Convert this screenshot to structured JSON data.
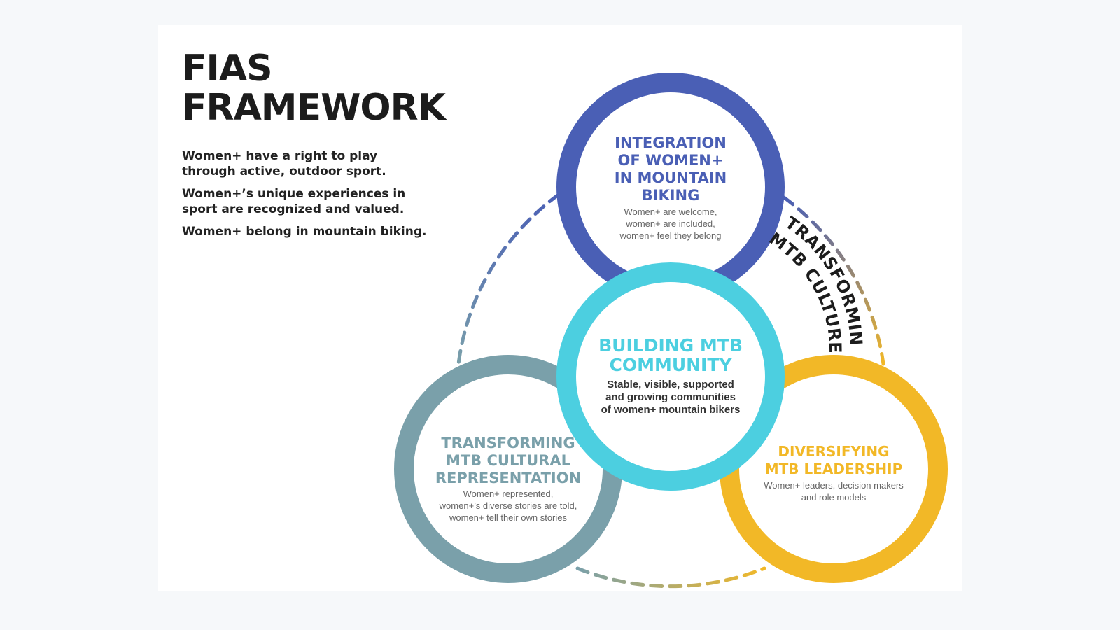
{
  "title": {
    "line1": "FIAS",
    "line2": "FRAMEWORK"
  },
  "intro": [
    "Women+ have a right to play through active, outdoor sport.",
    "Women+’s unique experiences in sport are recognized and valued.",
    "Women+ belong in mountain biking."
  ],
  "colors": {
    "integration": "#4a5fb5",
    "community": "#4ccfe0",
    "representation": "#7aa0aa",
    "leadership": "#f2b827",
    "text_dark": "#222222",
    "desc_gray": "#666666"
  },
  "circles": {
    "integration": {
      "title": [
        "INTEGRATION",
        "OF WOMEN+",
        "IN MOUNTAIN",
        "BIKING"
      ],
      "desc": [
        "Women+ are welcome,",
        "women+ are included,",
        "women+ feel they belong"
      ]
    },
    "community": {
      "title": [
        "BUILDING MTB",
        "COMMUNITY"
      ],
      "desc": [
        "Stable, visible, supported",
        "and growing communities",
        "of women+ mountain bikers"
      ]
    },
    "representation": {
      "title": [
        "TRANSFORMING",
        "MTB CULTURAL",
        "REPRESENTATION"
      ],
      "desc": [
        "Women+ represented,",
        "women+’s diverse stories are told,",
        "women+ tell their own stories"
      ]
    },
    "leadership": {
      "title": [
        "DIVERSIFYING",
        "MTB LEADERSHIP"
      ],
      "desc": [
        "Women+ leaders, decision makers",
        "and role models"
      ]
    }
  },
  "arc_label": {
    "line1": "TRANSFORMING",
    "line2": "MTB CULTURE"
  }
}
